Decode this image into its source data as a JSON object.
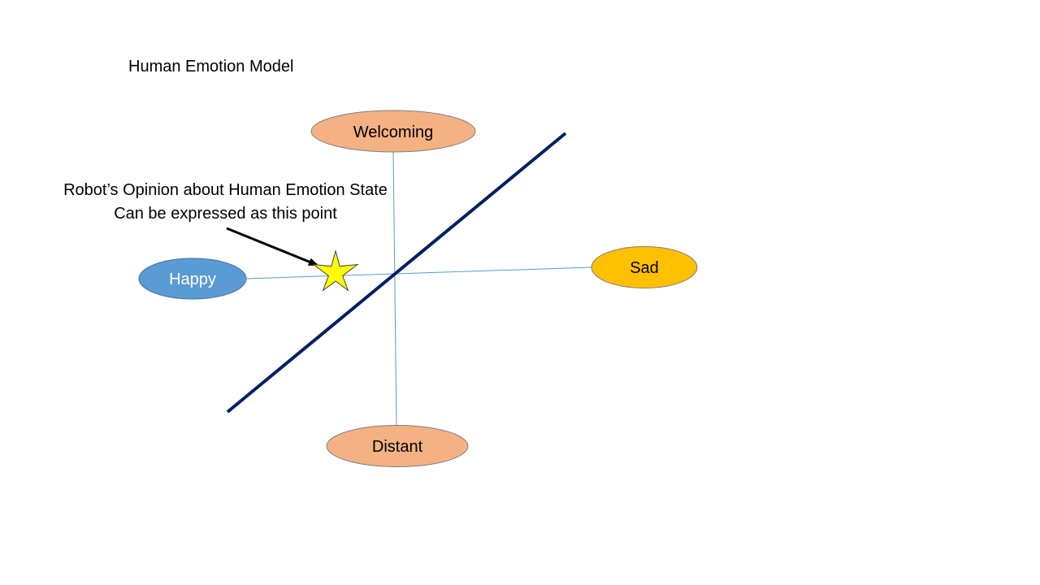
{
  "title": "Human Emotion Model",
  "annotation": {
    "line1": "Robot’s Opinion about Human Emotion State",
    "line2": "Can be expressed as this point"
  },
  "nodes": {
    "welcoming": {
      "label": "Welcoming",
      "fill": "#F4B183",
      "stroke": "#7F7F7F",
      "text_color": "#000000"
    },
    "happy": {
      "label": "Happy",
      "fill": "#5B9BD5",
      "stroke": "#41719C",
      "text_color": "#FFFFFF"
    },
    "sad": {
      "label": "Sad",
      "fill": "#FFC000",
      "stroke": "#7F7F7F",
      "text_color": "#000000"
    },
    "distant": {
      "label": "Distant",
      "fill": "#F4B183",
      "stroke": "#7F7F7F",
      "text_color": "#000000"
    }
  },
  "colors": {
    "axis_lines": "#5B9BD5",
    "diagonal_line": "#002060",
    "arrow": "#000000",
    "star_fill": "#FFFF00",
    "star_stroke": "#404040"
  },
  "marker": {
    "icon": "star-icon"
  }
}
